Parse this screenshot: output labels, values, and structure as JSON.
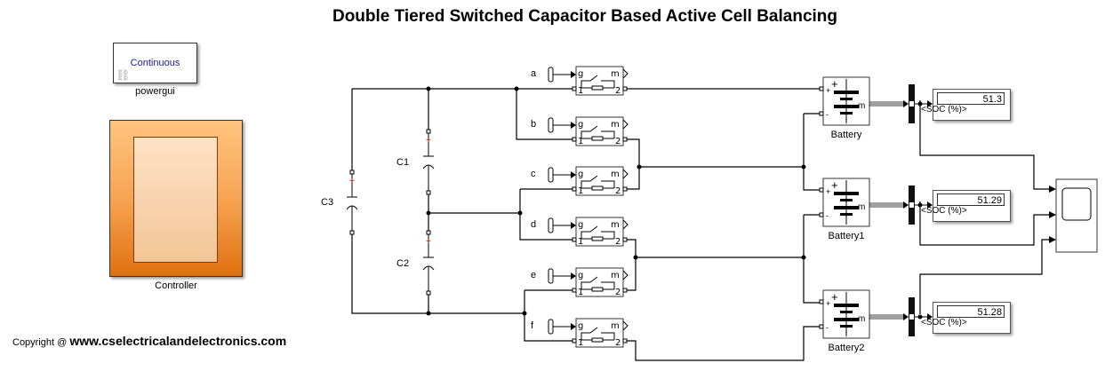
{
  "title": "Double Tiered Switched Capacitor Based Active Cell Balancing",
  "powergui": {
    "mode": "Continuous",
    "label": "powergui"
  },
  "controller": {
    "label": "Controller"
  },
  "copyright": {
    "prefix": "Copyright @ ",
    "site": "www.cselectricalandelectronics.com"
  },
  "capacitors": [
    {
      "label": "C1"
    },
    {
      "label": "C2"
    },
    {
      "label": "C3"
    }
  ],
  "switches": [
    {
      "gate": "a",
      "g": "g",
      "m": "m",
      "p1": "1",
      "p2": "2"
    },
    {
      "gate": "b",
      "g": "g",
      "m": "m",
      "p1": "1",
      "p2": "2"
    },
    {
      "gate": "c",
      "g": "g",
      "m": "m",
      "p1": "1",
      "p2": "2"
    },
    {
      "gate": "d",
      "g": "g",
      "m": "m",
      "p1": "1",
      "p2": "2"
    },
    {
      "gate": "e",
      "g": "g",
      "m": "m",
      "p1": "1",
      "p2": "2"
    },
    {
      "gate": "f",
      "g": "g",
      "m": "m",
      "p1": "1",
      "p2": "2"
    }
  ],
  "batteries": [
    {
      "label": "Battery",
      "soc_label": "<SOC (%)>",
      "soc_value": "51.3"
    },
    {
      "label": "Battery1",
      "soc_label": "<SOC (%)>",
      "soc_value": "51.29"
    },
    {
      "label": "Battery2",
      "soc_label": "<SOC (%)>",
      "soc_value": "51.28"
    }
  ],
  "battery_port_labels": {
    "plus": "+",
    "minus": "-",
    "m": "m"
  }
}
